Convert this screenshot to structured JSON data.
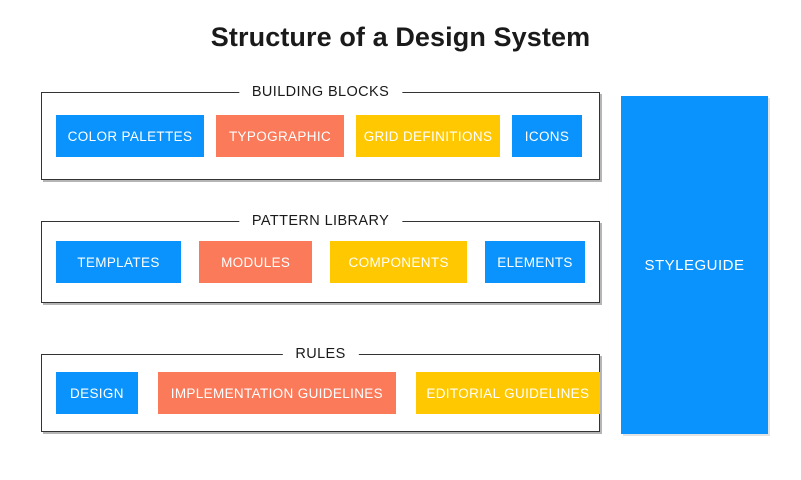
{
  "page": {
    "title": "Structure of a Design System",
    "background_color": "#ffffff"
  },
  "palette": {
    "blue": "#0a93fc",
    "coral": "#fb7a5a",
    "yellow": "#ffc800",
    "border": "#333333",
    "text_dark": "#1a1a1a",
    "text_light": "#ffffff"
  },
  "groups": [
    {
      "id": "building-blocks",
      "label": "BUILDING BLOCKS",
      "chips": [
        {
          "label": "COLOR PALETTES",
          "color": "blue"
        },
        {
          "label": "TYPOGRAPHIC",
          "color": "coral"
        },
        {
          "label": "GRID DEFINITIONS",
          "color": "yellow"
        },
        {
          "label": "ICONS",
          "color": "blue"
        }
      ]
    },
    {
      "id": "pattern-library",
      "label": "PATTERN LIBRARY",
      "chips": [
        {
          "label": "TEMPLATES",
          "color": "blue"
        },
        {
          "label": "MODULES",
          "color": "coral"
        },
        {
          "label": "COMPONENTS",
          "color": "yellow"
        },
        {
          "label": "ELEMENTS",
          "color": "blue"
        }
      ]
    },
    {
      "id": "rules",
      "label": "RULES",
      "chips": [
        {
          "label": "DESIGN",
          "color": "blue"
        },
        {
          "label": "IMPLEMENTATION GUIDELINES",
          "color": "coral"
        },
        {
          "label": "EDITORIAL GUIDELINES",
          "color": "yellow"
        }
      ]
    }
  ],
  "styleguide": {
    "label": "STYLEGUIDE",
    "color": "#0a93fc"
  }
}
